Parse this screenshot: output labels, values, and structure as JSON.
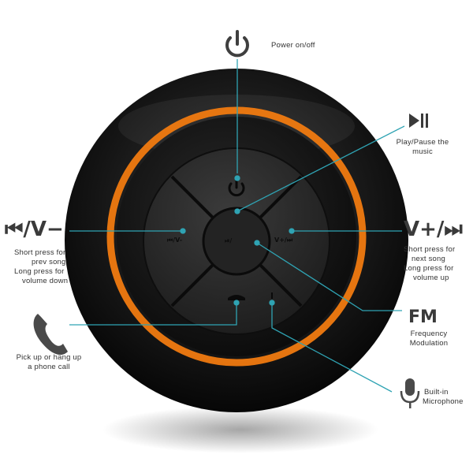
{
  "callouts": {
    "power": {
      "label": "Power on/off",
      "icon": "power-icon"
    },
    "play_pause": {
      "label_lines": [
        "Play/Pause the",
        "music"
      ],
      "icon": "play-pause-icon"
    },
    "prev": {
      "title": "⏮/V−",
      "lines": [
        "Short press for",
        "prev song",
        "Long press for",
        "volume down"
      ]
    },
    "next": {
      "title": "V+/⏭",
      "lines": [
        "Short press for",
        "next song",
        "Long press for",
        "volume up"
      ]
    },
    "fm": {
      "title": "FM",
      "lines": [
        "Frequency",
        "Modulation"
      ]
    },
    "phone": {
      "lines": [
        "Pick up or hang up",
        "a phone call"
      ],
      "icon": "phone-icon"
    },
    "mic": {
      "lines": [
        "Built-in",
        "Microphone"
      ],
      "icon": "microphone-icon"
    }
  },
  "device": {
    "left_button_label": "⏮/V-",
    "right_button_label": "V+/⏭",
    "center_button_label": "⏯/",
    "accent_color": "#f07a10",
    "line_color": "#2fa3b3"
  }
}
